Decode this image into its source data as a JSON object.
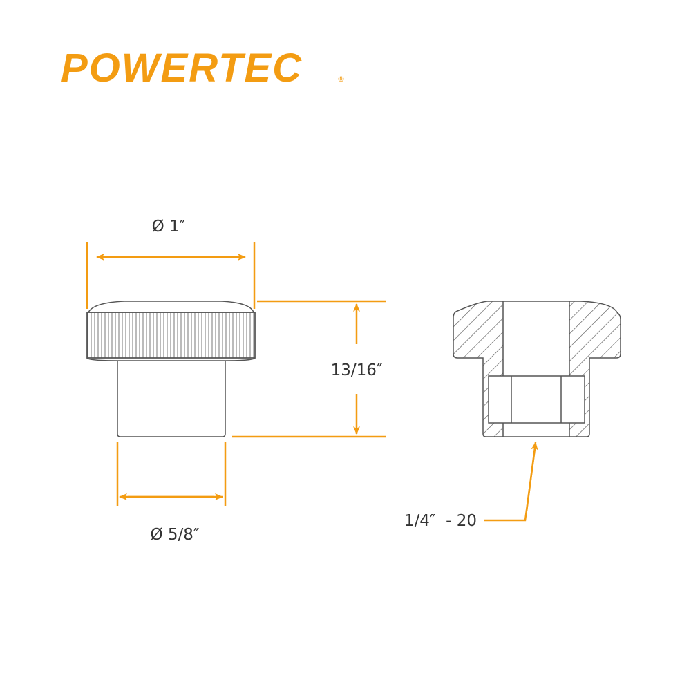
{
  "brand": {
    "logo_text": "POWERTEC",
    "registered_mark": "®",
    "color": "#f39c12"
  },
  "dimensions": {
    "head_diameter": "Ø 1″",
    "stem_diameter": "Ø 5/8″",
    "height": "13/16″",
    "thread": "1/4″  - 20"
  },
  "colors": {
    "dimension_line": "#f39c12",
    "outline": "#555555",
    "text": "#333333"
  }
}
